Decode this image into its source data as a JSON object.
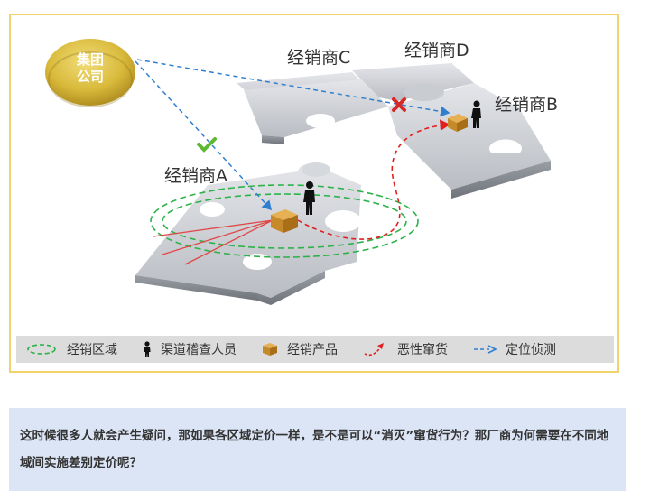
{
  "diagram": {
    "company_label_line1": "集团",
    "company_label_line2": "公司",
    "dealer_a": "经销商A",
    "dealer_b": "经销商B",
    "dealer_c": "经销商C",
    "dealer_d": "经销商D"
  },
  "legend": {
    "items": [
      {
        "label": "经销区域",
        "icon": "dashed-ellipse-icon"
      },
      {
        "label": "渠道稽查人员",
        "icon": "person-icon"
      },
      {
        "label": "经销产品",
        "icon": "box-icon"
      },
      {
        "label": "恶性窜货",
        "icon": "red-curve-arrow-icon"
      },
      {
        "label": "定位侦测",
        "icon": "blue-dashed-arrow-icon"
      }
    ]
  },
  "question": {
    "text": "这时候很多人就会产生疑问，那如果各区域定价一样，是不是可以“消灭”窜货行为？那厂商为何需要在不同地域间实施差别定价呢？"
  },
  "colors": {
    "frame_border": "#f2d36b",
    "company_gold": "#d8b93a",
    "green_zone": "#2db34a",
    "red_route": "#e02020",
    "blue_detect": "#2f7fd0",
    "question_bg": "#dbe5f5"
  }
}
